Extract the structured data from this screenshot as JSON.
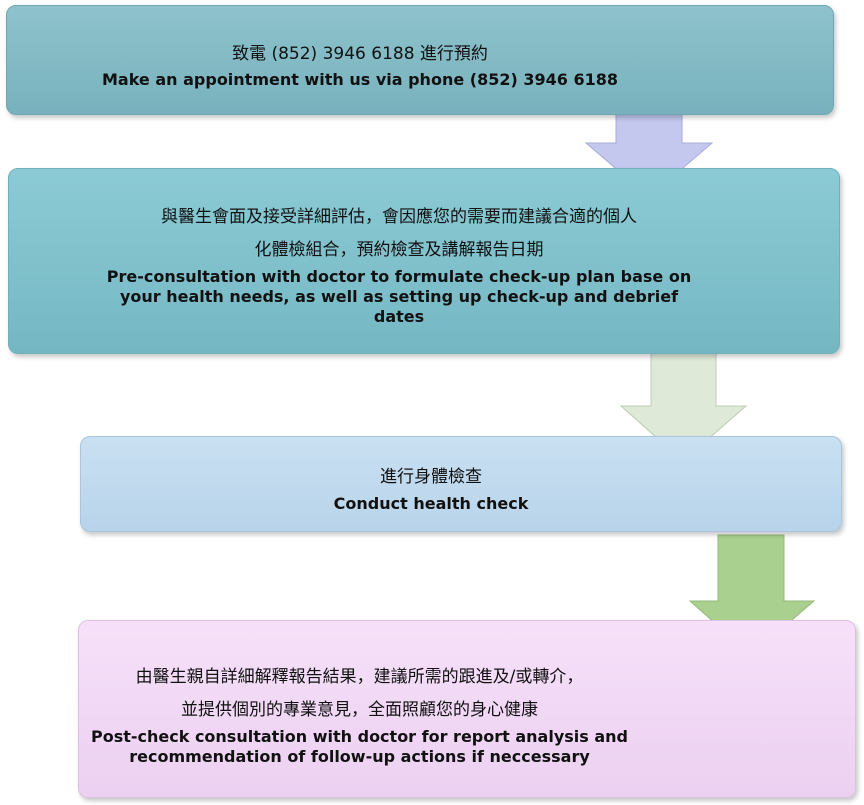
{
  "steps": [
    {
      "zh_lines": [
        "致電 (852) 3946 6188 進行預約"
      ],
      "en": "Make an appointment with us via phone (852) 3946 6188"
    },
    {
      "zh_lines": [
        "與醫生會面及接受詳細評估，會因應您的需要而建議合適的個人",
        "化體檢組合，預約檢查及講解報告日期"
      ],
      "en": "Pre-consultation with doctor to formulate check-up plan base on your health needs, as well as setting up check-up and debrief dates"
    },
    {
      "zh_lines": [
        "進行身體檢查"
      ],
      "en": "Conduct health check"
    },
    {
      "zh_lines": [
        "由醫生親自詳細解釋報告結果，建議所需的跟進及/或轉介，",
        "並提供個別的專業意見，全面照顧您的身心健康"
      ],
      "en": "Post-check consultation with doctor for report analysis and recommendation of follow-up actions if neccessary"
    }
  ],
  "colors": {
    "arrow1": "#c4c8ee",
    "arrow2": "#dfe9d8",
    "arrow3": "#a9d08e"
  }
}
